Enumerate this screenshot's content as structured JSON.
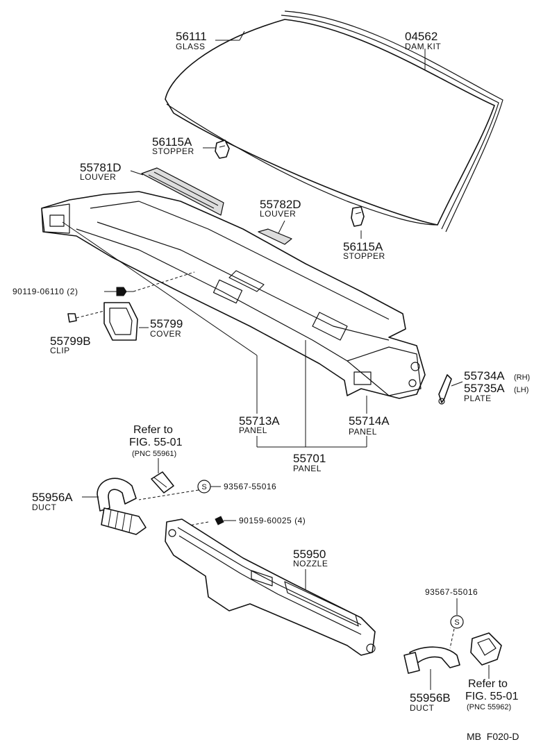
{
  "parts": {
    "p56111": {
      "number": "56111",
      "name": "GLASS"
    },
    "p04562": {
      "number": "04562",
      "name": "DAM KIT"
    },
    "p56115a_top": {
      "number": "56115A",
      "name": "STOPPER"
    },
    "p55781d": {
      "number": "55781D",
      "name": "LOUVER"
    },
    "p55782d": {
      "number": "55782D",
      "name": "LOUVER"
    },
    "p56115a_mid": {
      "number": "56115A",
      "name": "STOPPER"
    },
    "p90119": {
      "number": "90119-06110 (2)"
    },
    "p55799": {
      "number": "55799",
      "name": "COVER"
    },
    "p55799b": {
      "number": "55799B",
      "name": "CLIP"
    },
    "p55734a": {
      "number": "55734A",
      "side": "(RH)"
    },
    "p55735a": {
      "number": "55735A",
      "side": "(LH)",
      "name": "PLATE"
    },
    "p55713a": {
      "number": "55713A",
      "name": "PANEL"
    },
    "p55714a": {
      "number": "55714A",
      "name": "PANEL"
    },
    "p55701": {
      "number": "55701",
      "name": "PANEL"
    },
    "p93567_a": {
      "number": "93567-55016",
      "symbol": "S"
    },
    "p55956a": {
      "number": "55956A",
      "name": "DUCT"
    },
    "p90159": {
      "number": "90159-60025 (4)"
    },
    "p55950": {
      "number": "55950",
      "name": "NOZZLE"
    },
    "p93567_b": {
      "number": "93567-55016",
      "symbol": "S"
    },
    "p55956b": {
      "number": "55956B",
      "name": "DUCT"
    }
  },
  "refs": {
    "ref1": {
      "line1": "Refer to",
      "line2": "FIG. 55-01",
      "pnc": "(PNC 55961)"
    },
    "ref2": {
      "line1": "Refer to",
      "line2": "FIG. 55-01",
      "pnc": "(PNC 55962)"
    }
  },
  "footer": {
    "code": "MB  F020-D"
  }
}
